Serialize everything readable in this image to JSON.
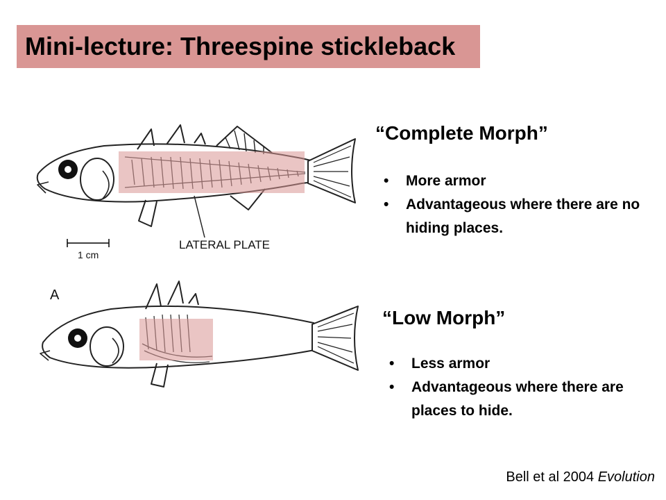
{
  "slide": {
    "title": "Mini-lecture: Threespine stickleback"
  },
  "figure_top": {
    "callout_label": "LATERAL PLATE",
    "scale_label": "1 cm"
  },
  "figure_bottom": {
    "panel_label": "A"
  },
  "complete_morph": {
    "heading": "“Complete Morph”",
    "bullets": [
      "More armor",
      "Advantageous where there are no hiding places."
    ]
  },
  "low_morph": {
    "heading": "“Low Morph”",
    "bullets": [
      "Less armor",
      "Advantageous where there are places to hide."
    ]
  },
  "citation": {
    "authors": "Bell et al 2004",
    "journal": "Evolution"
  },
  "colors": {
    "title_background": "#d99694",
    "plate_highlight": "#d99694"
  }
}
